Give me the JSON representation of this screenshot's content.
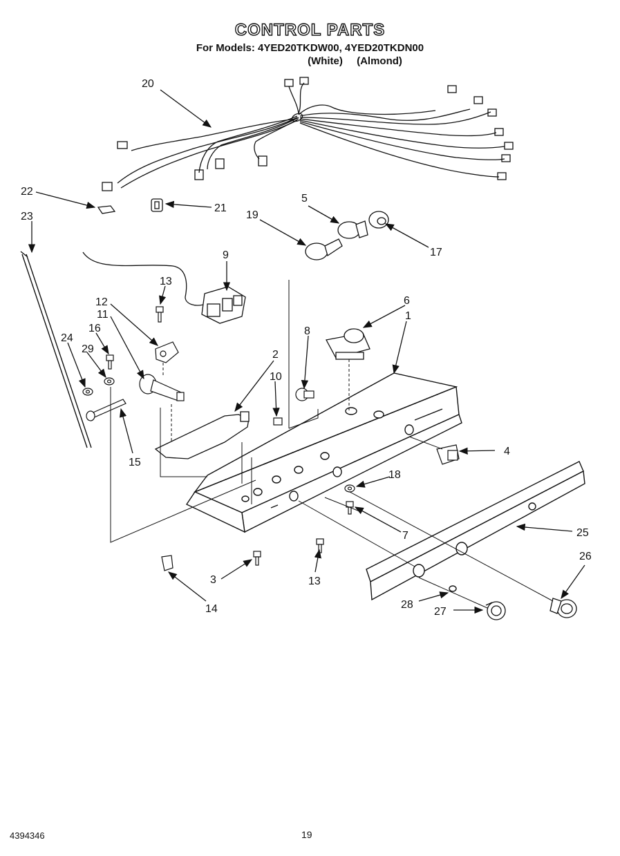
{
  "header": {
    "title": "CONTROL PARTS",
    "models_line": "For Models: 4YED20TKDW00, 4YED20TKDN00",
    "color_white": "(White)",
    "color_almond": "(Almond)"
  },
  "callouts": [
    "20",
    "22",
    "21",
    "23",
    "5",
    "19",
    "17",
    "9",
    "13",
    "12",
    "11",
    "16",
    "24",
    "29",
    "15",
    "6",
    "1",
    "8",
    "2",
    "10",
    "4",
    "18",
    "7",
    "25",
    "26",
    "3",
    "13",
    "14",
    "28",
    "27"
  ],
  "footer": {
    "part_number": "4394346",
    "page_number": "19"
  }
}
